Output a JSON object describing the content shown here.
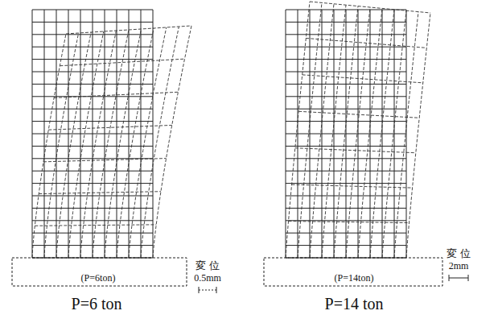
{
  "diagram": {
    "labels": [
      "変 位",
      "0.5mm",
      "(P=6ton)",
      "P=6 ton",
      "変 位",
      "2mm",
      "(P=14ton)",
      "P=14 ton"
    ]
  }
}
